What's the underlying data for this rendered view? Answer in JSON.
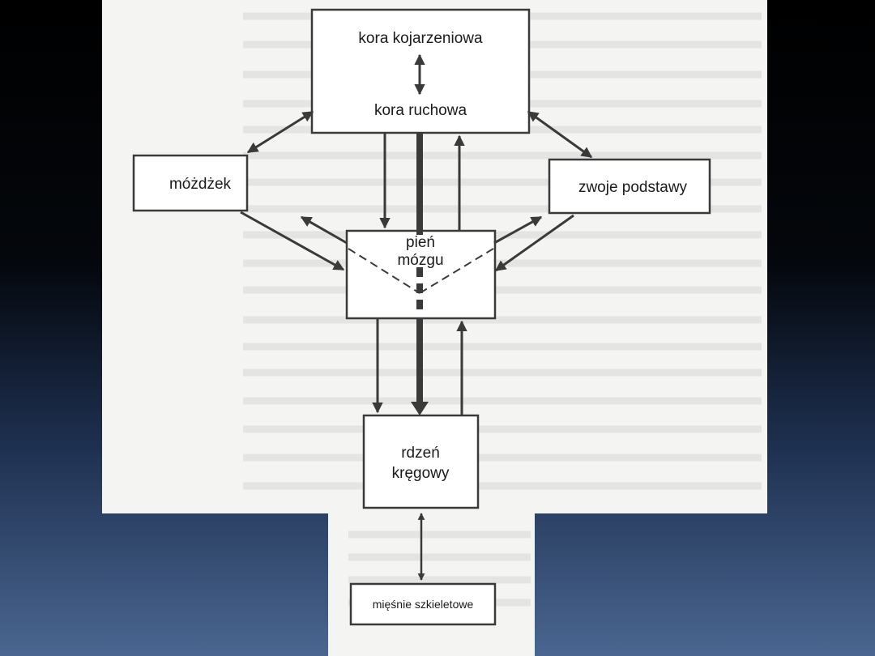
{
  "colors": {
    "background_top": "#000000",
    "background_bottom": "#4a6690",
    "paper": "#f4f4f2",
    "ink": "#3a3a3a"
  },
  "diagram": {
    "boxes": {
      "association_cortex": "kora kojarzeniowa",
      "motor_cortex": "kora ruchowa",
      "cerebellum": "móżdżek",
      "basal_ganglia": "zwoje podstawy",
      "brainstem_line1": "pień",
      "brainstem_line2": "mózgu",
      "spinal_cord_line1": "rdzeń",
      "spinal_cord_line2": "kręgowy",
      "skeletal_muscles": "mięśnie szkieletowe"
    }
  }
}
